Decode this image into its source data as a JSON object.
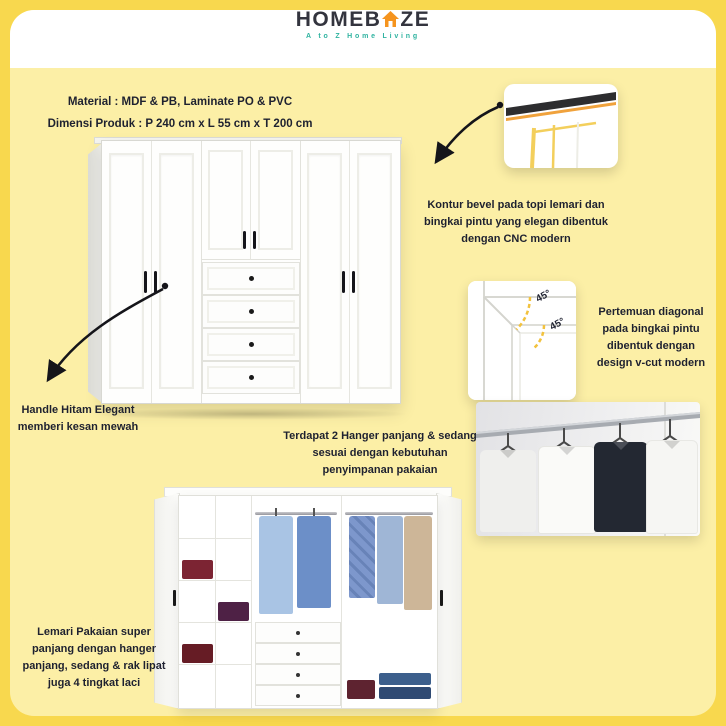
{
  "logo": {
    "home": "HOME",
    "b": "B",
    "ze": "ZE",
    "tagline": "A to Z Home Living"
  },
  "specs": {
    "line1": "Material : MDF & PB, Laminate PO & PVC",
    "line2": "Dimensi Produk : P 240 cm x L 55 cm x T 200 cm"
  },
  "callouts": {
    "bevel": "Kontur bevel pada topi lemari dan bingkai pintu yang elegan dibentuk dengan CNC modern",
    "diagonal": "Pertemuan diagonal pada bingkai pintu dibentuk dengan design v-cut modern",
    "hanger": "Terdapat 2 Hanger panjang & sedang sesuai dengan kebutuhan penyimpanan pakaian",
    "handle": "Handle Hitam Elegant memberi kesan mewah",
    "capacity": "Lemari Pakaian super panjang dengan hanger panjang, sedang & rak lipat juga 4 tingkat laci"
  },
  "labels": {
    "angle_top": "45°",
    "angle_bottom": "45°"
  },
  "colors": {
    "background_yellow": "#F8D84E",
    "panel_yellow": "#FCEFA6",
    "accent_orange": "#F5941E",
    "accent_teal": "#2FB3A0",
    "accent_gold": "#F3CF5C",
    "text": "#1E2130"
  }
}
